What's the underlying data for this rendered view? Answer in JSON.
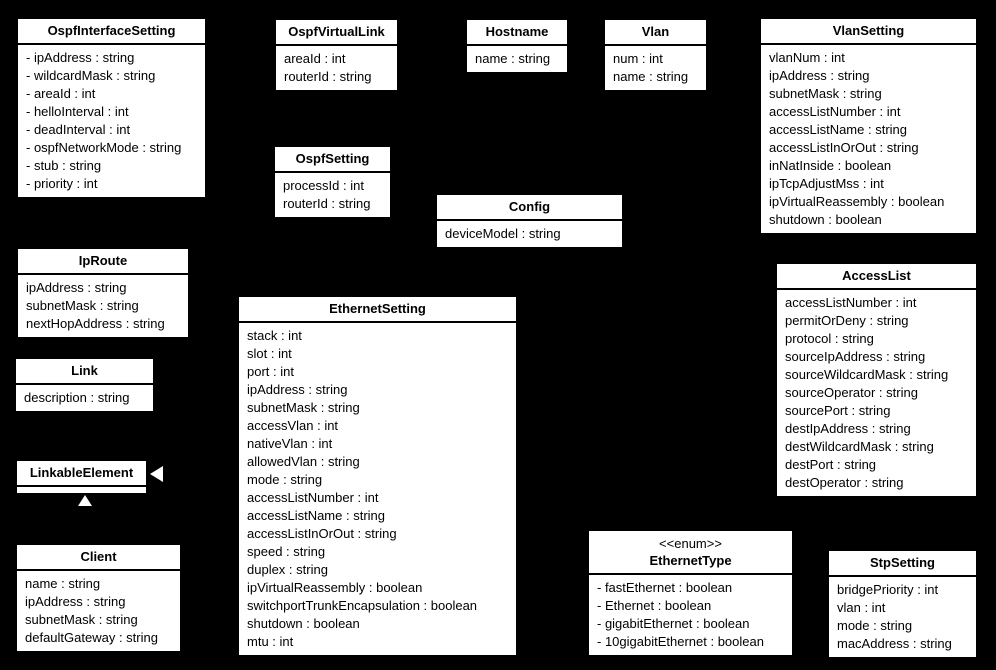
{
  "background_color": "#000000",
  "box_style": {
    "fill": "#ffffff",
    "border": "#000000",
    "text": "#000000"
  },
  "diagram_type": "uml-class-diagram",
  "classes": [
    {
      "id": "ospf-interface-setting",
      "name": "OspfInterfaceSetting",
      "attributes": [
        "- ipAddress : string",
        "- wildcardMask : string",
        "- areaId : int",
        "- helloInterval : int",
        "- deadInterval : int",
        "- ospfNetworkMode : string",
        "- stub : string",
        "- priority : int"
      ]
    },
    {
      "id": "ospf-virtual-link",
      "name": "OspfVirtualLink",
      "attributes": [
        "areaId : int",
        "routerId : string"
      ]
    },
    {
      "id": "hostname",
      "name": "Hostname",
      "attributes": [
        "name : string"
      ]
    },
    {
      "id": "vlan",
      "name": "Vlan",
      "attributes": [
        "num : int",
        "name : string"
      ]
    },
    {
      "id": "vlan-setting",
      "name": "VlanSetting",
      "attributes": [
        "vlanNum : int",
        "ipAddress : string",
        "subnetMask : string",
        "accessListNumber : int",
        "accessListName : string",
        "accessListInOrOut : string",
        "inNatInside : boolean",
        "ipTcpAdjustMss : int",
        "ipVirtualReassembly : boolean",
        "shutdown : boolean"
      ]
    },
    {
      "id": "ospf-setting",
      "name": "OspfSetting",
      "attributes": [
        "processId : int",
        "routerId : string"
      ]
    },
    {
      "id": "config",
      "name": "Config",
      "attributes": [
        "deviceModel : string"
      ]
    },
    {
      "id": "ip-route",
      "name": "IpRoute",
      "attributes": [
        "ipAddress : string",
        "subnetMask : string",
        "nextHopAddress : string"
      ]
    },
    {
      "id": "access-list",
      "name": "AccessList",
      "attributes": [
        "accessListNumber : int",
        "permitOrDeny : string",
        "protocol : string",
        "sourceIpAddress : string",
        "sourceWildcardMask : string",
        "sourceOperator : string",
        "sourcePort : string",
        "destIpAddress : string",
        "destWildcardMask : string",
        "destPort : string",
        "destOperator : string"
      ]
    },
    {
      "id": "ethernet-setting",
      "name": "EthernetSetting",
      "attributes": [
        "stack : int",
        "slot : int",
        "port : int",
        "ipAddress : string",
        "subnetMask : string",
        "accessVlan : int",
        "nativeVlan : int",
        "allowedVlan : string",
        "mode : string",
        "accessListNumber : int",
        "accessListName : string",
        "accessListInOrOut : string",
        "speed : string",
        "duplex : string",
        "ipVirtualReassembly : boolean",
        "switchportTrunkEncapsulation : boolean",
        "shutdown : boolean",
        "mtu : int"
      ]
    },
    {
      "id": "link",
      "name": "Link",
      "attributes": [
        "description : string"
      ]
    },
    {
      "id": "linkable-element",
      "name": "LinkableElement",
      "attributes": []
    },
    {
      "id": "client",
      "name": "Client",
      "attributes": [
        "name : string",
        "ipAddress : string",
        "subnetMask : string",
        "defaultGateway : string"
      ]
    },
    {
      "id": "ethernet-type",
      "name": "EthernetType",
      "stereotype": "<<enum>>",
      "attributes": [
        "- fastEthernet : boolean",
        "- Ethernet : boolean",
        "- gigabitEthernet : boolean",
        "- 10gigabitEthernet : boolean"
      ]
    },
    {
      "id": "stp-setting",
      "name": "StpSetting",
      "attributes": [
        "bridgePriority : int",
        "vlan : int",
        "mode : string",
        "macAddress : string"
      ]
    }
  ],
  "relations": {
    "arrowheads": [
      {
        "name": "generalization-arrowhead-left",
        "shape": "hollow-triangle-pointing-left",
        "points_to": "LinkableElement"
      },
      {
        "name": "generalization-arrowhead-up",
        "shape": "hollow-triangle-pointing-up",
        "points_to": "LinkableElement"
      }
    ]
  }
}
